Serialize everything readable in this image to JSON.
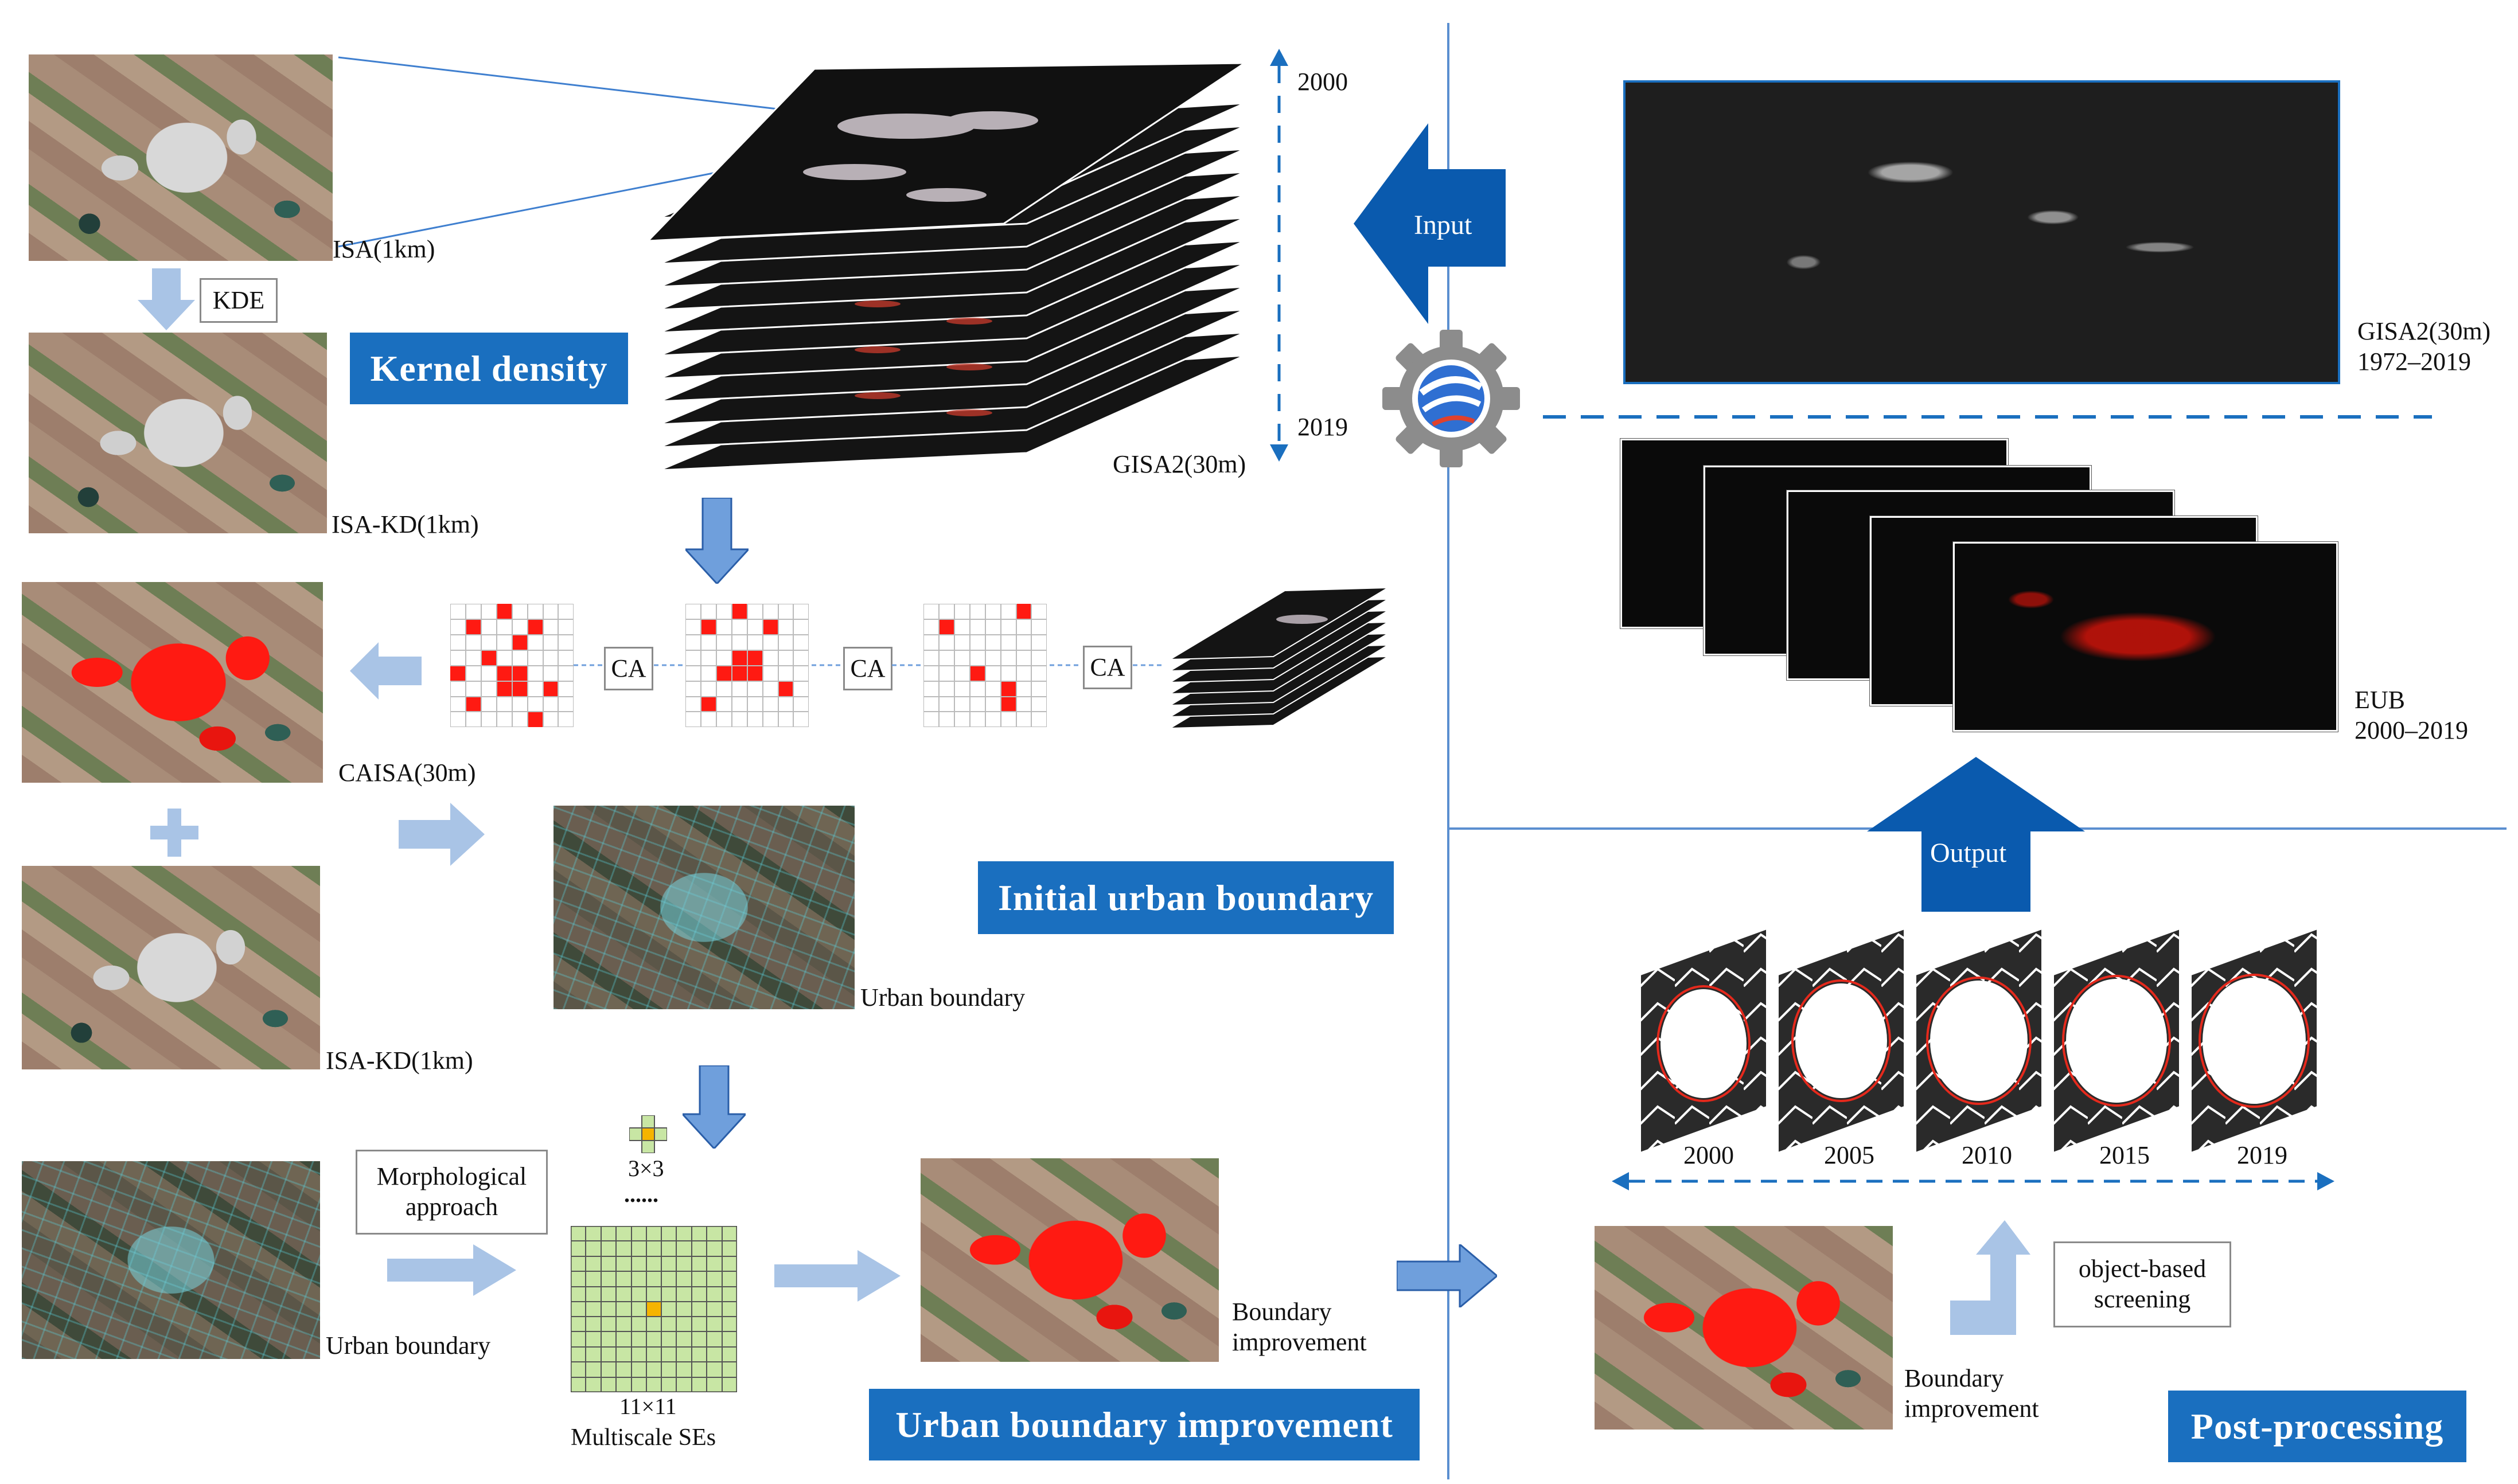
{
  "labels": {
    "isa_1km": "ISA(1km)",
    "kde": "KDE",
    "isa_kd_1km_top": "ISA-KD(1km)",
    "gisa2_30m": "GISA2(30m)",
    "year_2000": "2000",
    "year_2019": "2019",
    "ca": "CA",
    "caisa_30m": "CAISA(30m)",
    "isa_kd_1km_bottom": "ISA-KD(1km)",
    "urban_boundary_mid": "Urban boundary",
    "urban_boundary_left": "Urban boundary",
    "morphological_approach": "Morphological approach",
    "se_small": "3×3",
    "ellipsis": "......",
    "se_large": "11×11",
    "multiscale_ses": "Multiscale SEs",
    "boundary_improvement_mid": "Boundary improvement",
    "input": "Input",
    "gisa2_right_line1": "GISA2(30m)",
    "gisa2_right_line2": "1972–2019",
    "eub_line1": "EUB",
    "eub_line2": "2000–2019",
    "output": "Output",
    "years": [
      "2000",
      "2005",
      "2010",
      "2015",
      "2019"
    ],
    "object_based_screening": "object-based screening",
    "boundary_improvement_right": "Boundary improvement"
  },
  "section_titles": {
    "kernel_density": "Kernel density",
    "initial_urban_boundary": "Initial urban boundary",
    "urban_boundary_improvement": "Urban boundary improvement",
    "post_processing": "Post-processing"
  },
  "colors": {
    "title_bg": "#1a6fbf",
    "arrow_light": "#a9c4e6",
    "arrow_dark": "#0a5aae",
    "urban_red": "#ff1a12",
    "divider": "#5b8fd0"
  }
}
